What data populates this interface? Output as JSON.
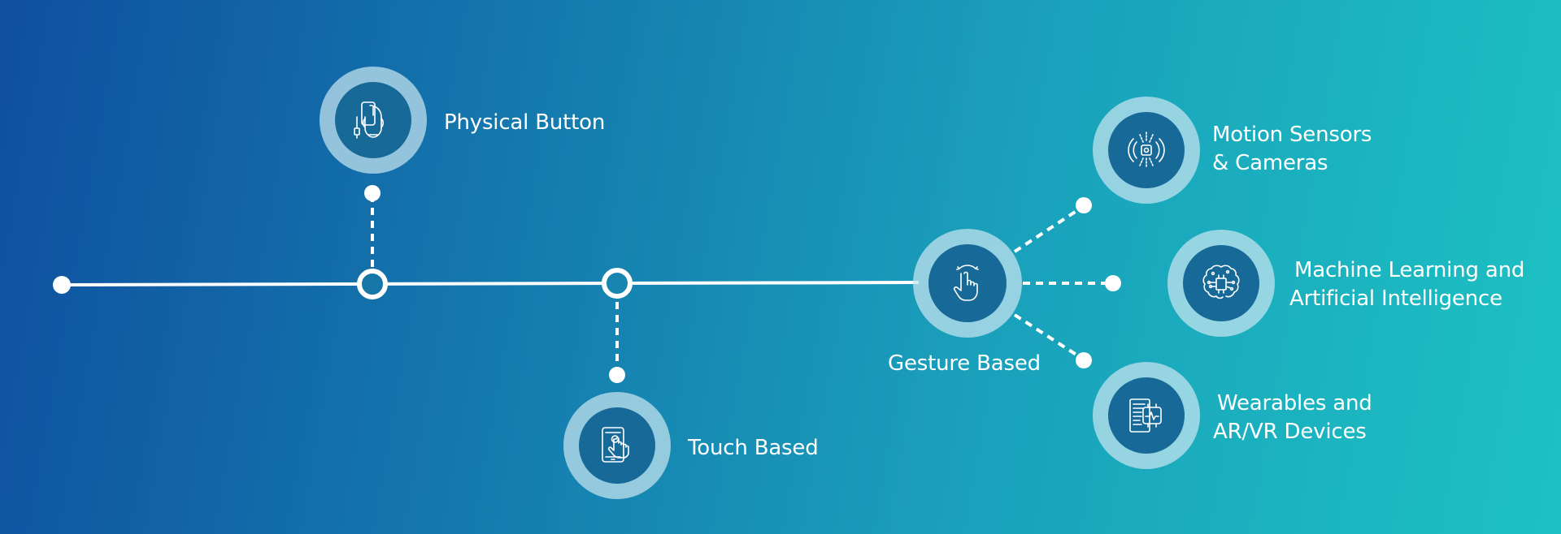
{
  "colors": {
    "line": "#ffffff",
    "node_ring": "#c6e4f0",
    "node_core": "#176a98",
    "gradient_start": "#0f4fa0",
    "gradient_end": "#1cc2c3"
  },
  "nodes": {
    "physical_button": {
      "label": "Physical Button",
      "icon": "mouse-icon"
    },
    "touch_based": {
      "label": "Touch Based",
      "icon": "tablet-touch-icon"
    },
    "gesture_based": {
      "label": "Gesture Based",
      "icon": "hand-gesture-icon"
    },
    "motion_sensors": {
      "line1": "Motion Sensors",
      "line2": "& Cameras",
      "icon": "motion-sensor-icon"
    },
    "machine_learning": {
      "line1": "Machine Learning and",
      "line2": "Artificial Intelligence",
      "icon": "brain-chip-icon"
    },
    "wearables": {
      "line1": "Wearables and",
      "line2": "AR/VR Devices",
      "icon": "smartwatch-icon"
    }
  }
}
